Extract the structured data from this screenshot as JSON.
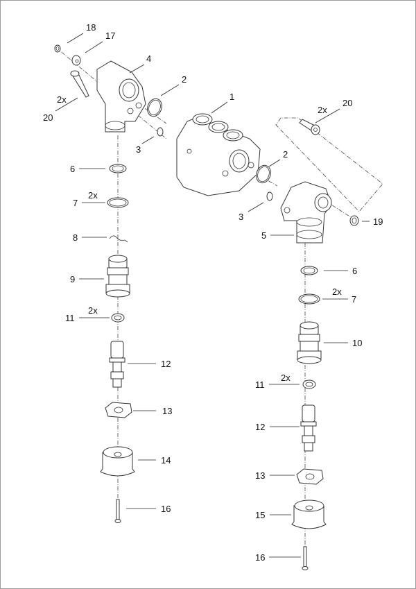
{
  "diagram": {
    "type": "exploded-parts-view",
    "callouts": [
      {
        "id": "c18",
        "number": "18",
        "qty": ""
      },
      {
        "id": "c17",
        "number": "17",
        "qty": ""
      },
      {
        "id": "c4",
        "number": "4",
        "qty": ""
      },
      {
        "id": "c2a",
        "number": "2",
        "qty": ""
      },
      {
        "id": "c20a",
        "number": "20",
        "qty": "2x"
      },
      {
        "id": "c1",
        "number": "1",
        "qty": ""
      },
      {
        "id": "c3a",
        "number": "3",
        "qty": ""
      },
      {
        "id": "c20b",
        "number": "20",
        "qty": "2x"
      },
      {
        "id": "c2b",
        "number": "2",
        "qty": ""
      },
      {
        "id": "c3b",
        "number": "3",
        "qty": ""
      },
      {
        "id": "c19",
        "number": "19",
        "qty": ""
      },
      {
        "id": "c5",
        "number": "5",
        "qty": ""
      },
      {
        "id": "c6a",
        "number": "6",
        "qty": ""
      },
      {
        "id": "c7a",
        "number": "7",
        "qty": "2x"
      },
      {
        "id": "c8",
        "number": "8",
        "qty": ""
      },
      {
        "id": "c9",
        "number": "9",
        "qty": ""
      },
      {
        "id": "c11a",
        "number": "11",
        "qty": "2x"
      },
      {
        "id": "c12a",
        "number": "12",
        "qty": ""
      },
      {
        "id": "c13a",
        "number": "13",
        "qty": ""
      },
      {
        "id": "c14",
        "number": "14",
        "qty": ""
      },
      {
        "id": "c16a",
        "number": "16",
        "qty": ""
      },
      {
        "id": "c6b",
        "number": "6",
        "qty": ""
      },
      {
        "id": "c7b",
        "number": "7",
        "qty": "2x"
      },
      {
        "id": "c10",
        "number": "10",
        "qty": ""
      },
      {
        "id": "c11b",
        "number": "11",
        "qty": "2x"
      },
      {
        "id": "c12b",
        "number": "12",
        "qty": ""
      },
      {
        "id": "c13b",
        "number": "13",
        "qty": ""
      },
      {
        "id": "c15",
        "number": "15",
        "qty": ""
      },
      {
        "id": "c16b",
        "number": "16",
        "qty": ""
      }
    ]
  }
}
